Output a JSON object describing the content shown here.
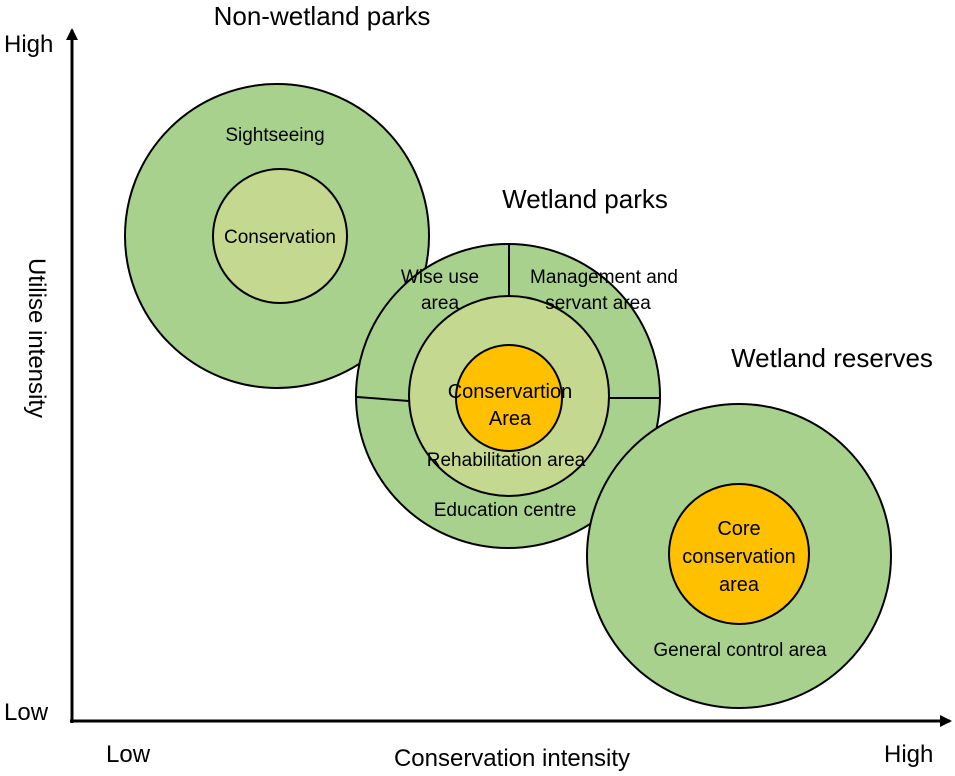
{
  "axes": {
    "y_label": "Utilise intensity",
    "y_high": "High",
    "y_low": "Low",
    "x_label": "Conservation intensity",
    "x_low": "Low",
    "x_high": "High"
  },
  "non_wetland_parks": {
    "title": "Non-wetland parks",
    "outer_label": "Sightseeing",
    "inner_label": "Conservation"
  },
  "wetland_parks": {
    "title": "Wetland parks",
    "wise_use_line1": "Wise use",
    "wise_use_line2": "area",
    "management_line1": "Management and",
    "management_line2": "servant area",
    "core_line1": "Conservartion",
    "core_line2": "Area",
    "middle_label": "Rehabilitation area",
    "outer_label": "Education centre"
  },
  "wetland_reserves": {
    "title": "Wetland reserves",
    "core_line1": "Core",
    "core_line2": "conservation",
    "core_line3": "area",
    "outer_label": "General control area"
  },
  "colors": {
    "outer_green": "#a9d18e",
    "inner_green": "#c5d88f",
    "core_orange": "#ffc000",
    "stroke": "#000000"
  }
}
